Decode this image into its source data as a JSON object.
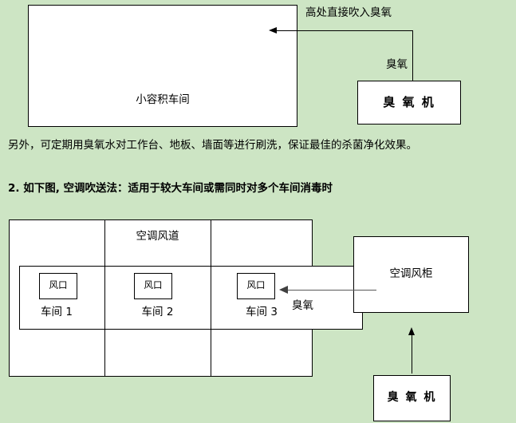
{
  "page": {
    "background_color": "#cde5c4",
    "line_color": "#000000",
    "gray_arrow_color": "#595959"
  },
  "figure1": {
    "name": "direct-high-level-ozone-injection-diagram",
    "room_label": "小容积车间",
    "ozone_generator_label": "臭 氧 机",
    "arrow_caption_top": "高处直接吹入臭氧",
    "arrow_caption_middle": "臭氧"
  },
  "body_text": {
    "paragraph": "另外，可定期用臭氧水对工作台、地板、墙面等进行刷洗，保证最佳的杀菌净化效果。",
    "heading": "2. 如下图, 空调吹送法：适用于较大车间或需同时对多个车间消毒时"
  },
  "figure2": {
    "name": "air-conditioning-ozone-delivery-diagram",
    "duct_label": "空调风道",
    "vents": [
      {
        "label": "风口"
      },
      {
        "label": "风口"
      },
      {
        "label": "风口"
      }
    ],
    "rooms": [
      {
        "label": "车间 1"
      },
      {
        "label": "车间 2"
      },
      {
        "label": "车间 3"
      }
    ],
    "air_handling_unit_label": "空调风柜",
    "ozone_generator_label": "臭 氧 机",
    "ozone_flow_label": "臭氧"
  }
}
